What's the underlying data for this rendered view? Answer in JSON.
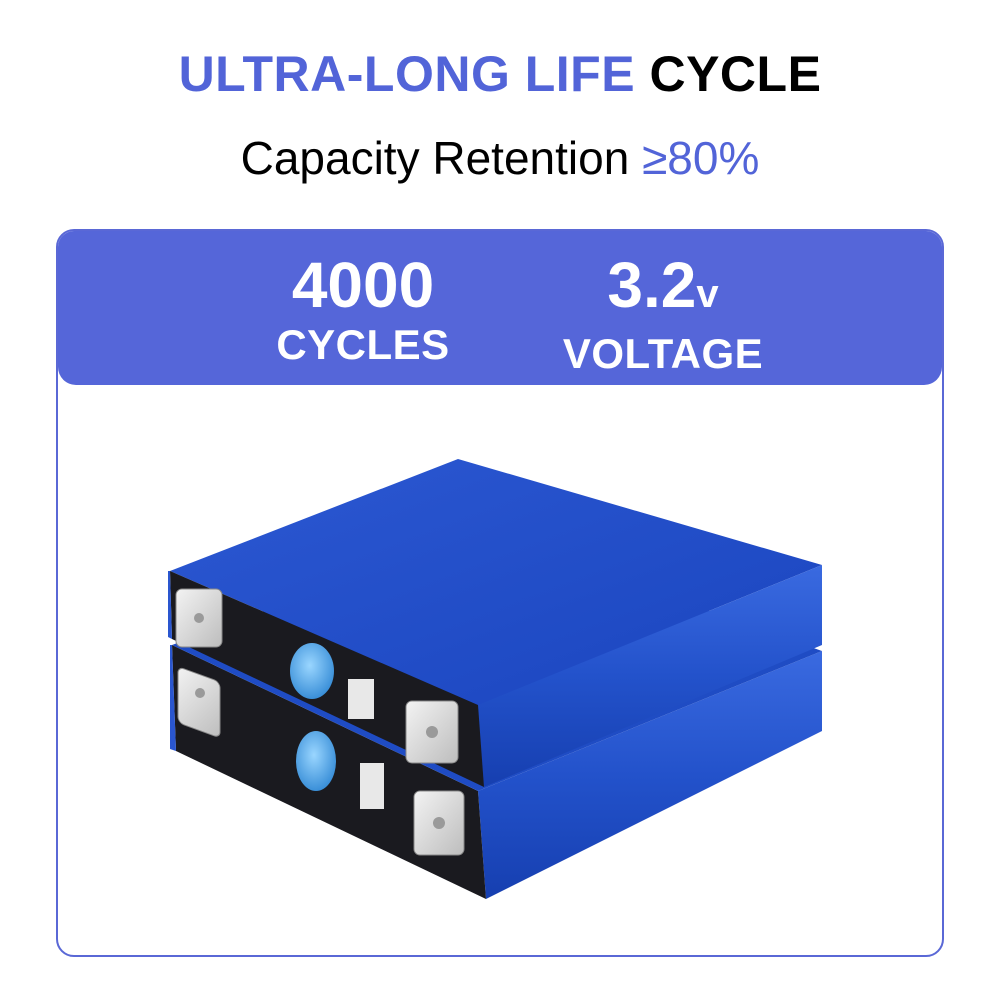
{
  "header": {
    "title_part1": "ULTRA-LONG LIFE",
    "title_part2": "CYCLE",
    "subtitle_part1": "Capacity Retention",
    "subtitle_part2": "≥80%"
  },
  "stats": {
    "cycles_value": "4000",
    "cycles_label": "CYCLES",
    "voltage_value": "3.2",
    "voltage_unit": "v",
    "voltage_label": "VOLTAGE"
  },
  "colors": {
    "accent": "#5264d8",
    "band": "#5566d9",
    "battery_blue": "#1f4fc9"
  },
  "image": {
    "subject": "battery-cells-illustration"
  }
}
